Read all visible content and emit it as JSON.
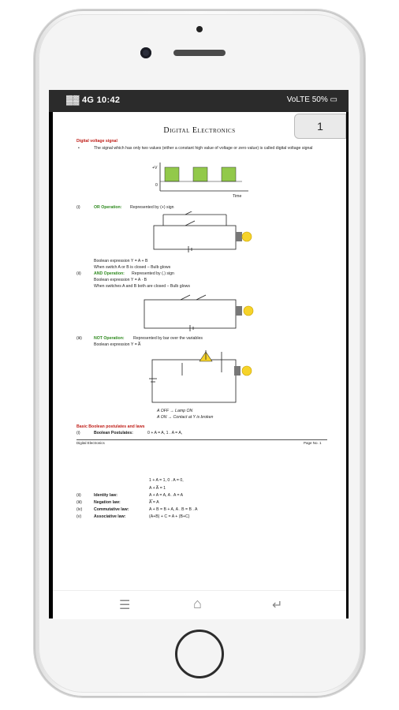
{
  "status_bar": {
    "time": "10:42",
    "left_icons": "▓▓ 4G",
    "battery": "50%",
    "right_icons": "VoLTE"
  },
  "page": {
    "title": "Digital Electronics",
    "page_number": "1",
    "section_heading": "Digital voltage signal",
    "bullet": "The signal which has only two values (either a constant high value of voltage or zero value) is called digital voltage signal",
    "signal_labels": {
      "plus_v": "+V",
      "zero": "0",
      "time": "Time"
    },
    "or": {
      "num": "(i)",
      "name": "OR Operation:",
      "desc": "Represented by (+) sign",
      "expr": "Boolean expression Y = A + B",
      "note": "When switch A or B is closed – Bulb glows"
    },
    "and": {
      "num": "(ii)",
      "name": "AND Operation:",
      "desc": "Represented by (.) sign",
      "expr": "Boolean expression Y = A · B",
      "note": "When switches A and B both are closed – Bulb glows"
    },
    "not": {
      "num": "(iii)",
      "name": "NOT Operation:",
      "desc": "Represented by bar over the variables",
      "expr": "Boolean expression  Y = A̅",
      "off": "A OFF   → Lamp  ON",
      "on": "A ON    → Contact  at  Y is broken"
    },
    "postulates_heading": "Basic Boolean postulates and laws",
    "postulates": {
      "num": "(i)",
      "label": "Boolean Postulates:",
      "value": "0 + A = A, 1 . A = A,"
    },
    "footer_left": "Digital Electronics",
    "footer_right": "Page No. 1",
    "laws_line1": "1 + A = 1, 0 . A = 0,",
    "laws_line2": "A + A̅ = 1",
    "laws": [
      {
        "num": "(ii)",
        "label": "Identity law:",
        "value": "A + A = A, A . A = A"
      },
      {
        "num": "(iii)",
        "label": "Negation law:",
        "value": "A̅̅ = A"
      },
      {
        "num": "(iv)",
        "label": "Commutative law:",
        "value": "A + B = B + A, A . B = B . A"
      },
      {
        "num": "(v)",
        "label": "Associative law:",
        "value": "(A+B) + C = A + (B+C)"
      }
    ]
  },
  "nav": {
    "recent": "☰",
    "home": "⌂",
    "back": "↵"
  }
}
